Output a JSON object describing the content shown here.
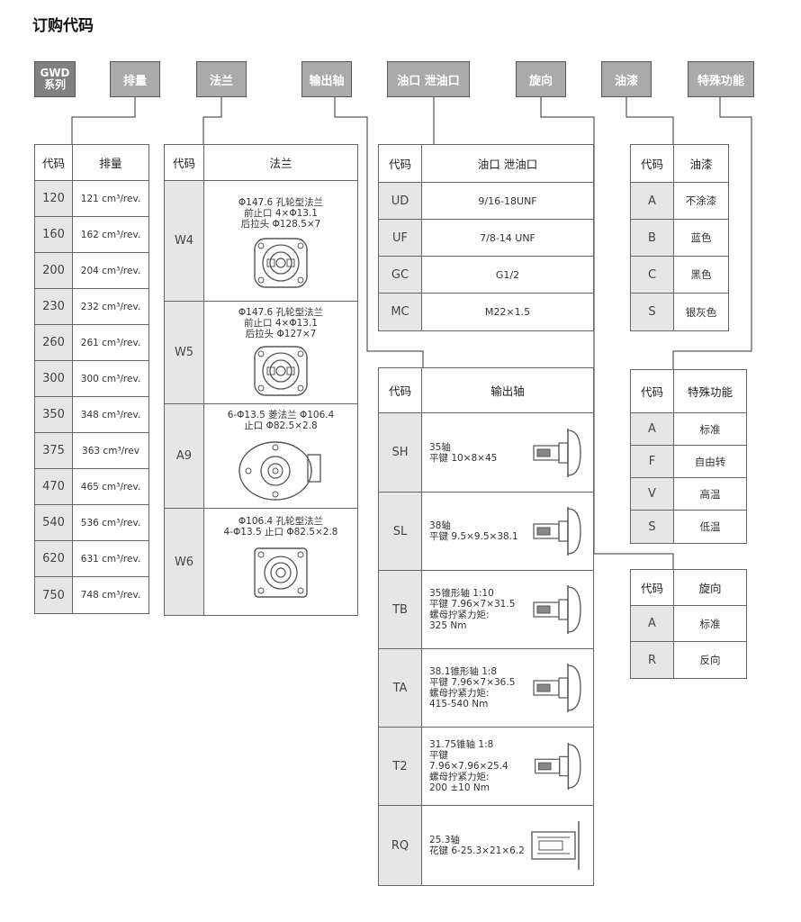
{
  "title": "订购代码",
  "headers": {
    "series_line1": "GWD",
    "series_line2": "系列",
    "displacement": "排量",
    "flange": "法兰",
    "shaft": "输出轴",
    "port": "油口 泄油口",
    "rotation": "旋向",
    "paint": "油漆",
    "special": "特殊功能"
  },
  "col_code": "代码",
  "displacement": {
    "header": "排量",
    "rows": [
      {
        "code": "120",
        "value": "121 cm³/rev."
      },
      {
        "code": "160",
        "value": "162 cm³/rev."
      },
      {
        "code": "200",
        "value": "204 cm³/rev."
      },
      {
        "code": "230",
        "value": "232 cm³/rev."
      },
      {
        "code": "260",
        "value": "261 cm³/rev."
      },
      {
        "code": "300",
        "value": "300 cm³/rev."
      },
      {
        "code": "350",
        "value": "348 cm³/rev."
      },
      {
        "code": "375",
        "value": "363 cm³/rev"
      },
      {
        "code": "470",
        "value": "465 cm³/rev."
      },
      {
        "code": "540",
        "value": "536 cm³/rev."
      },
      {
        "code": "620",
        "value": "631 cm³/rev."
      },
      {
        "code": "750",
        "value": "748 cm³/rev."
      }
    ]
  },
  "flange": {
    "header": "法兰",
    "rows": [
      {
        "code": "W4",
        "text": "Φ147.6 孔轮型法兰\n前止口 4×Φ13.1\n后拉头 Φ128.5×7"
      },
      {
        "code": "W5",
        "text": "Φ147.6 孔轮型法兰\n前止口 4×Φ13.1\n后拉头 Φ127×7"
      },
      {
        "code": "A9",
        "text": "6-Φ13.5 菱法兰 Φ106.4\n止口 Φ82.5×2.8"
      },
      {
        "code": "W6",
        "text": "Φ106.4 孔轮型法兰\n4-Φ13.5 止口 Φ82.5×2.8"
      }
    ]
  },
  "port": {
    "header": "油口 泄油口",
    "rows": [
      {
        "code": "UD",
        "value": "9/16-18UNF"
      },
      {
        "code": "UF",
        "value": "7/8-14 UNF"
      },
      {
        "code": "GC",
        "value": "G1/2"
      },
      {
        "code": "MC",
        "value": "M22×1.5"
      }
    ]
  },
  "shaft": {
    "header": "输出轴",
    "rows": [
      {
        "code": "SH",
        "text": "35轴\n平键 10×8×45"
      },
      {
        "code": "SL",
        "text": "38轴\n平键 9.5×9.5×38.1"
      },
      {
        "code": "TB",
        "text": "35锥形轴 1:10\n平键 7.96×7×31.5\n螺母拧紧力矩:\n325 Nm"
      },
      {
        "code": "TA",
        "text": "38.1锥形轴 1:8\n平键 7.96×7×36.5\n螺母拧紧力矩:\n415-540 Nm"
      },
      {
        "code": "T2",
        "text": "31.75锥轴 1:8\n平键 7.96×7.96×25.4\n螺母拧紧力矩:\n200 ±10 Nm"
      },
      {
        "code": "RQ",
        "text": "25.3轴\n花键 6-25.3×21×6.2"
      }
    ]
  },
  "paint": {
    "header": "油漆",
    "rows": [
      {
        "code": "A",
        "value": "不涂漆"
      },
      {
        "code": "B",
        "value": "蓝色"
      },
      {
        "code": "C",
        "value": "黑色"
      },
      {
        "code": "S",
        "value": "银灰色"
      }
    ]
  },
  "special": {
    "header": "特殊功能",
    "rows": [
      {
        "code": "A",
        "value": "标准"
      },
      {
        "code": "F",
        "value": "自由转"
      },
      {
        "code": "V",
        "value": "高温"
      },
      {
        "code": "S",
        "value": "低温"
      }
    ]
  },
  "rotation": {
    "header": "旋向",
    "rows": [
      {
        "code": "A",
        "value": "标准"
      },
      {
        "code": "R",
        "value": "反向"
      }
    ]
  },
  "colors": {
    "header_box": "#aaaaaa",
    "series_box": "#808080",
    "code_cell": "#e6e6e6",
    "border": "#666666"
  }
}
